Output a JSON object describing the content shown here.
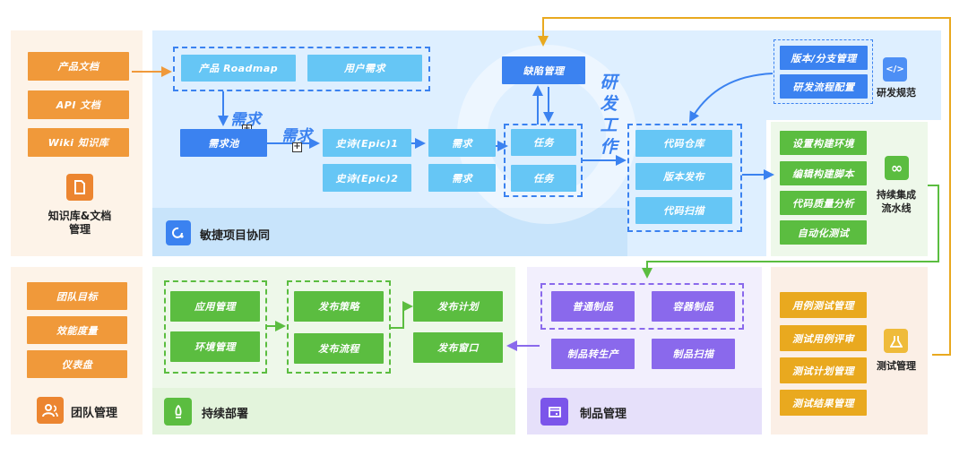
{
  "knowledge": {
    "title": "知识库&文档管理",
    "title_line1": "知识库&文档",
    "title_line2": "管理",
    "icon": "document-icon",
    "items": [
      "产品文档",
      "API 文档",
      "Wiki 知识库"
    ]
  },
  "agile": {
    "title": "敏捷项目协同",
    "icon": "cycle-icon",
    "sources": [
      "产品 Roadmap",
      "用户需求"
    ],
    "pool": "需求池",
    "pool_arrow_label": "需求",
    "epic_arrow_label": "需求",
    "epics": [
      "史诗(Epic)1",
      "史诗(Epic)2"
    ],
    "requirements": [
      "需求",
      "需求"
    ],
    "tasks": [
      "任务",
      "任务"
    ],
    "defect": "缺陷管理",
    "dev_label": [
      "研",
      "发",
      "工",
      "作"
    ],
    "code": [
      "代码仓库",
      "版本发布",
      "代码扫描"
    ]
  },
  "dev_spec": {
    "title": "研发规范",
    "icon": "code-icon",
    "icon_glyph": "</>",
    "items": [
      "版本/分支管理",
      "研发流程配置"
    ]
  },
  "ci": {
    "title_line1": "持续集成",
    "title_line2": "流水线",
    "icon": "infinity-icon",
    "icon_glyph": "∞",
    "items": [
      "设置构建环境",
      "编辑构建脚本",
      "代码质量分析",
      "自动化测试"
    ]
  },
  "team": {
    "title": "团队管理",
    "icon": "team-icon",
    "items": [
      "团队目标",
      "效能度量",
      "仪表盘"
    ]
  },
  "deploy": {
    "title": "持续部署",
    "icon": "rocket-icon",
    "apps": [
      "应用管理",
      "环境管理"
    ],
    "release": [
      "发布策略",
      "发布流程"
    ],
    "plan": [
      "发布计划",
      "发布窗口"
    ]
  },
  "artifact": {
    "title": "制品管理",
    "icon": "artifact-icon",
    "types": [
      "普通制品",
      "容器制品"
    ],
    "ops": [
      "制品转生产",
      "制品扫描"
    ]
  },
  "test": {
    "title": "测试管理",
    "icon": "flask-icon",
    "items": [
      "用例测试管理",
      "测试用例评审",
      "测试计划管理",
      "测试结果管理"
    ]
  },
  "colors": {
    "orange": "#f0993a",
    "light_blue": "#66c6f5",
    "blue": "#3b82f0",
    "green": "#5bbd40",
    "purple": "#8a69ec",
    "amber": "#e9a91f"
  }
}
